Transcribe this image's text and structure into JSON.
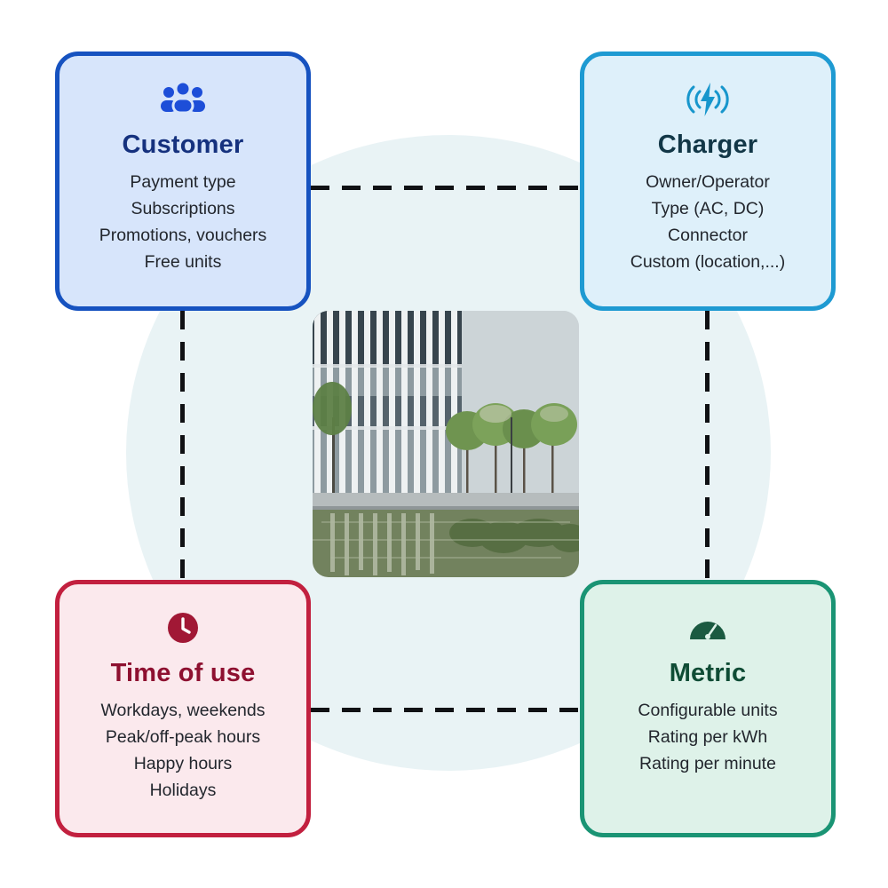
{
  "diagram": {
    "type": "four-quadrant concept diagram connected by dashed lines around a central photo"
  },
  "cards": {
    "customer": {
      "title": "Customer",
      "icon": "people-group-icon",
      "items": [
        "Payment type",
        "Subscriptions",
        "Promotions, vouchers",
        "Free units"
      ]
    },
    "charger": {
      "title": "Charger",
      "icon": "wireless-charging-icon",
      "items": [
        "Owner/Operator",
        "Type (AC, DC)",
        "Connector",
        "Custom (location,...)"
      ]
    },
    "time_of_use": {
      "title": "Time of use",
      "icon": "clock-icon",
      "items": [
        "Workdays, weekends",
        "Peak/off-peak hours",
        "Happy hours",
        "Holidays"
      ]
    },
    "metric": {
      "title": "Metric",
      "icon": "gauge-icon",
      "items": [
        "Configurable units",
        "Rating per kWh",
        "Rating per minute"
      ]
    }
  },
  "center_image": {
    "alt": "Modern glass office building with colonnade, a row of trees and a reflecting pool"
  },
  "colors": {
    "customer_border": "#1652c0",
    "customer_bg": "#d7e5fb",
    "customer_title": "#15317e",
    "customer_icon": "#1d4ed8",
    "charger_border": "#1e9ad2",
    "charger_bg": "#def0fa",
    "charger_title": "#123747",
    "charger_icon": "#1796cc",
    "time_of_use_border": "#c2203f",
    "time_of_use_bg": "#fbe9ed",
    "time_of_use_title": "#8e1030",
    "time_of_use_icon": "#a11835",
    "metric_border": "#1a9474",
    "metric_bg": "#def2e9",
    "metric_title": "#0f4c35",
    "metric_icon": "#1b5a41",
    "connector": "#101114",
    "body_text": "#22262d",
    "background_blob": "#e9f3f5"
  }
}
